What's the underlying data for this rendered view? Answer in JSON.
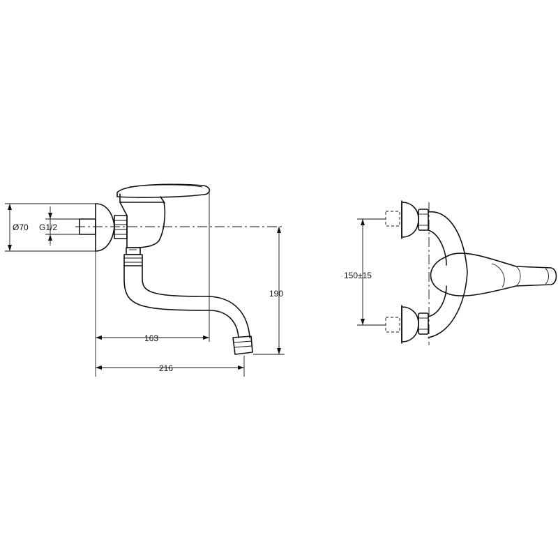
{
  "side_view": {
    "diameter_label": "Ø70",
    "thread_label": "G1/2",
    "height_label": "190",
    "reach_label": "163",
    "length_label": "216"
  },
  "front_view": {
    "spacing_label": "150±15"
  }
}
